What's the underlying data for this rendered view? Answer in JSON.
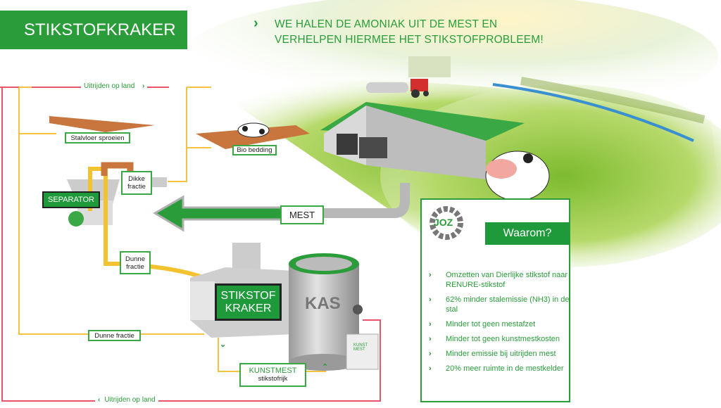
{
  "title": "STIKSTOFKRAKER",
  "headline": {
    "line1": "WE HALEN DE AMONIAK UIT DE MEST EN",
    "line2": "VERHELPEN HIERMEE HET STIKSTOFPROBLEEM!"
  },
  "routes": {
    "top": "Uitrijden op land",
    "bottom": "Uitrijden op land"
  },
  "labels": {
    "stalvloer": "Stalvloer sproeien",
    "bio_bedding": "Bio bedding",
    "dikke_fractie": "Dikke fractie",
    "separator": "SEPARATOR",
    "mest": "MEST",
    "dunne_fractie": "Dunne fractie",
    "dunne_fractie_return": "Dunne fractie",
    "kraker_line1": "STIKSTOF",
    "kraker_line2": "KRAKER",
    "kas": "KAS",
    "kunstmest": "KUNSTMEST",
    "kunstmest_sub": "stikstofrijk",
    "bag": "KUNST MEST"
  },
  "panel": {
    "logo": "JOZ",
    "heading": "Waarom?",
    "items": [
      "Omzetten van Dierlijke stikstof naar RENURE-stikstof",
      "62% minder stalemissie (NH3) in de stal",
      "Minder tot geen mestafzet",
      "Minder tot geen kunstmestkosten",
      "Minder emissie bij uitrijden mest",
      "20% meer ruimte in de mestkelder"
    ]
  },
  "colors": {
    "brand_green": "#2a9d3a",
    "route_red": "#e8556a",
    "route_yellow": "#f5c242"
  }
}
